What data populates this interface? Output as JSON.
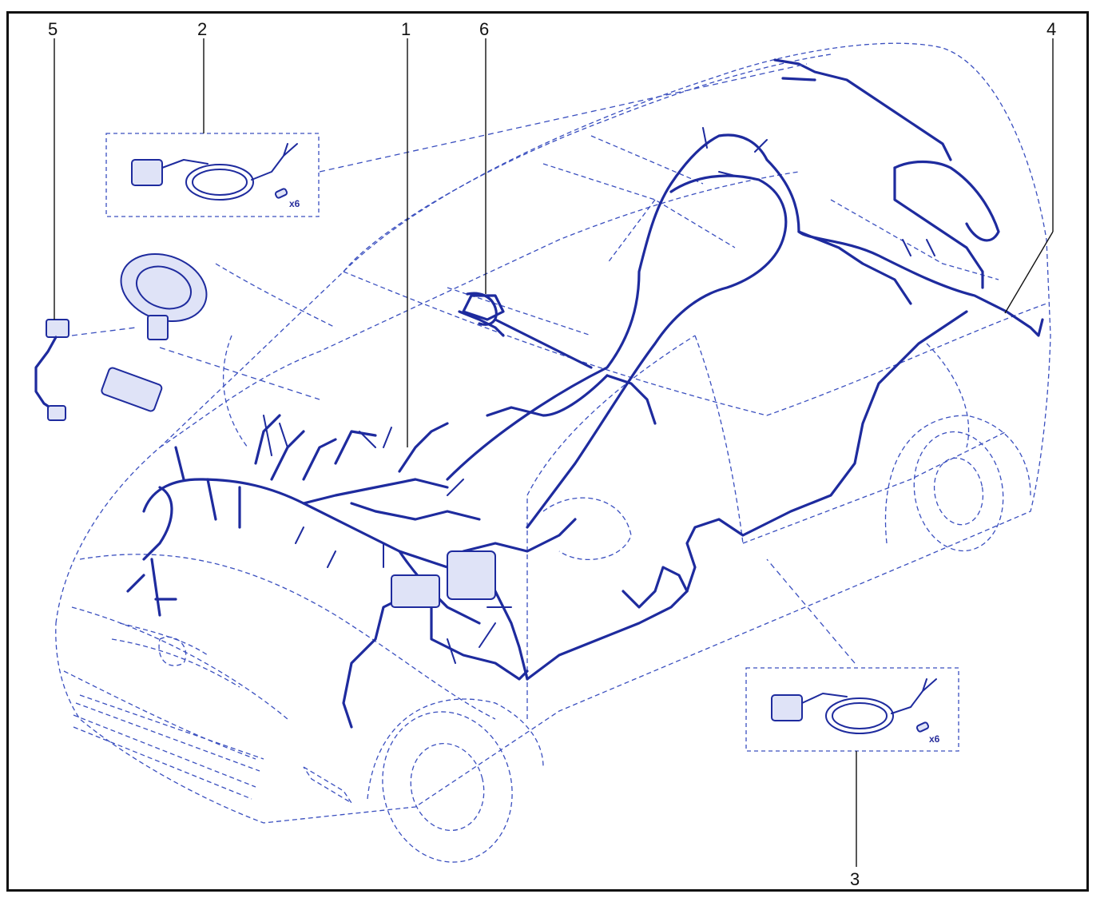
{
  "diagram": {
    "callouts": [
      {
        "id": "1",
        "label": "1"
      },
      {
        "id": "2",
        "label": "2"
      },
      {
        "id": "3",
        "label": "3"
      },
      {
        "id": "4",
        "label": "4"
      },
      {
        "id": "5",
        "label": "5"
      },
      {
        "id": "6",
        "label": "6"
      }
    ],
    "kit_2_quantity": "x6",
    "kit_3_quantity": "x6",
    "colors": {
      "harness": "#1e2b9e",
      "outline": "#3a4fbf",
      "frame": "#111111"
    }
  }
}
